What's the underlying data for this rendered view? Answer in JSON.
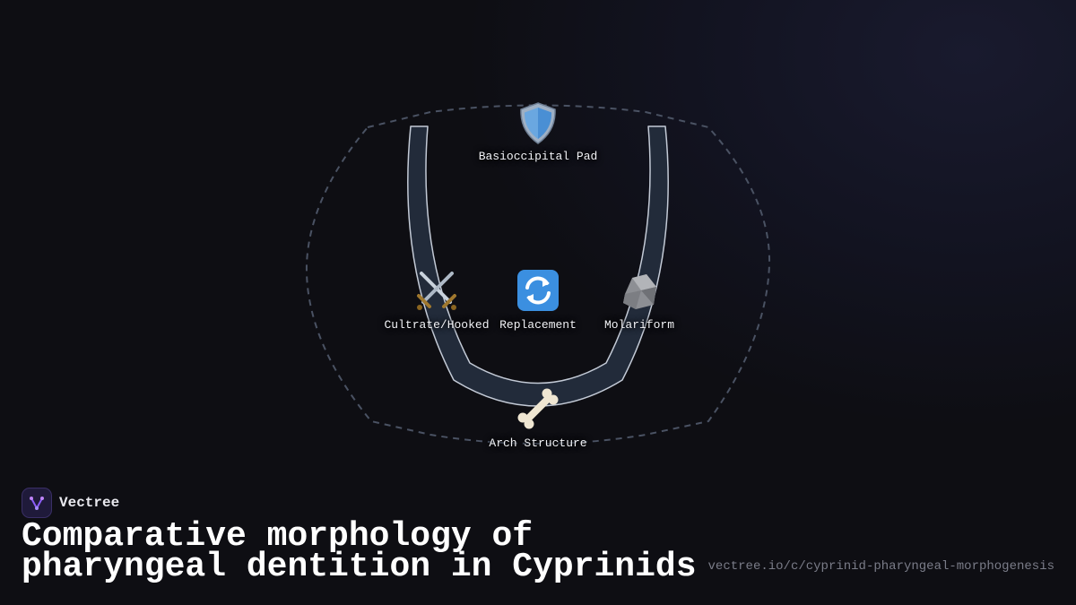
{
  "brand": {
    "name": "Vectree",
    "logo_icon": "vectree-logo-icon",
    "accent": "#8b5cf6"
  },
  "title": "Comparative morphology of pharyngeal dentition in Cyprinids",
  "url": "vectree.io/c/cyprinid-pharyngeal-morphogenesis",
  "diagram": {
    "nodes": [
      {
        "id": "basioccipital",
        "label": "Basioccipital Pad",
        "icon": "shield-icon"
      },
      {
        "id": "cultrate",
        "label": "Cultrate/Hooked",
        "icon": "crossed-swords-icon"
      },
      {
        "id": "replacement",
        "label": "Replacement",
        "icon": "cycle-arrows-icon"
      },
      {
        "id": "molariform",
        "label": "Molariform",
        "icon": "rock-icon"
      },
      {
        "id": "arch",
        "label": "Arch Structure",
        "icon": "bone-icon"
      }
    ]
  },
  "colors": {
    "background": "#0f0f14",
    "arch_fill": "#222b3a",
    "arch_stroke": "#c3cad6",
    "outline_dash": "#4a5263"
  }
}
